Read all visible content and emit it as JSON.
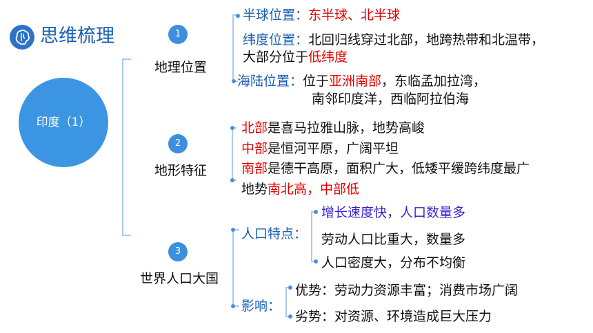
{
  "header": {
    "title": "思维梳理",
    "icon": "brain-icon"
  },
  "root": {
    "label": "印度（1）"
  },
  "colors": {
    "accent": "#3b8fdd",
    "highlight": "#e60000",
    "emphasis": "#3a1fd8",
    "label": "#1a5fb4"
  },
  "sections": [
    {
      "number": "1",
      "title": "地理位置",
      "items": [
        {
          "label": "半球位置：",
          "value": "东半球、北半球"
        },
        {
          "label": "纬度位置：",
          "line1": "北回归线穿过北部，地跨热带和北温带，",
          "line2_a": "大部分位于",
          "line2_b": "低纬度"
        },
        {
          "label": "海陆位置：",
          "line1_a": "位于",
          "line1_b": "亚洲南部",
          "line1_c": "，东临孟加拉湾，",
          "line2": "南邻印度洋，西临阿拉伯海"
        }
      ]
    },
    {
      "number": "2",
      "title": "地形特征",
      "items": [
        {
          "a": "北部",
          "b": "是喜马拉雅山脉，地势高峻"
        },
        {
          "a": "中部",
          "b": "是恒河平原，广阔平坦"
        },
        {
          "a": "南部",
          "b": "是德干高原，面积广大，低矮平缓跨纬度最广"
        },
        {
          "a": "地势",
          "b": "南北高，中部低"
        }
      ]
    },
    {
      "number": "3",
      "title": "世界人口大国",
      "groups": [
        {
          "label": "人口特点：",
          "items": [
            "增长速度快，人口数量多",
            "劳动人口比重大，数量多",
            "人口密度大，分布不均衡"
          ]
        },
        {
          "label": "影响：",
          "items": [
            "优势：劳动力资源丰富；消费市场广阔",
            "劣势：对资源、环境造成巨大压力"
          ]
        }
      ]
    }
  ]
}
